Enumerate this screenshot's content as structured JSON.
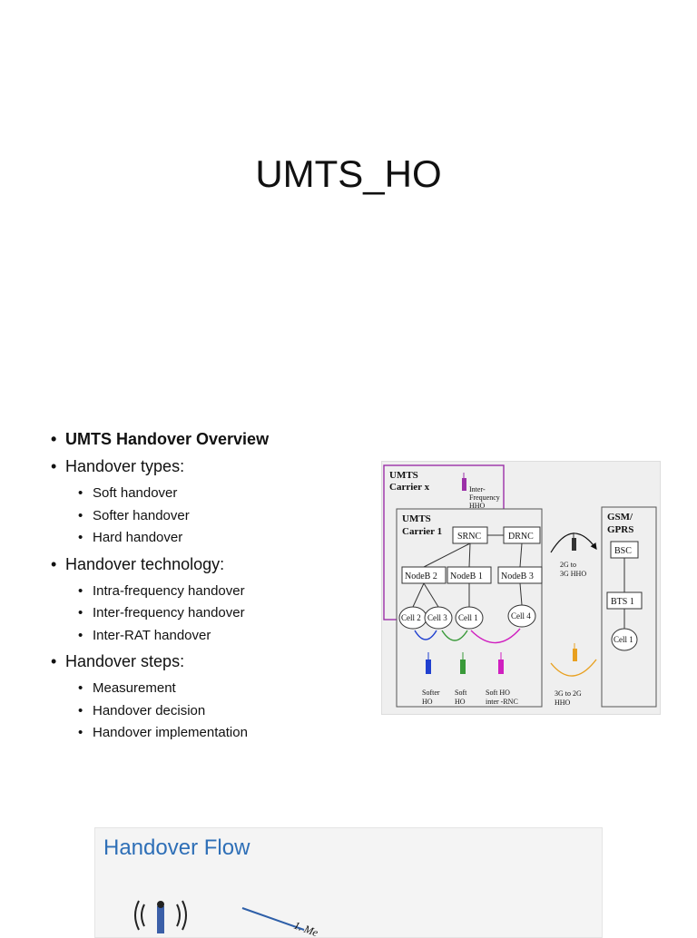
{
  "slide1": {
    "title": "UMTS_HO"
  },
  "slide2": {
    "overview": "UMTS Handover Overview",
    "groups": [
      {
        "label": "Handover types:",
        "items": [
          "Soft handover",
          "Softer handover",
          "Hard handover"
        ]
      },
      {
        "label": "Handover technology:",
        "items": [
          "Intra-frequency handover",
          "Inter-frequency handover",
          "Inter-RAT handover"
        ]
      },
      {
        "label": "Handover steps:",
        "items": [
          "Measurement",
          "Handover decision",
          "Handover implementation"
        ]
      }
    ],
    "diagram": {
      "umts_carrier_x": [
        "UMTS",
        "Carrier x"
      ],
      "inter_freq": [
        "Inter-",
        "Frequency",
        "HHO"
      ],
      "umts_carrier_1": [
        "UMTS",
        "Carrier 1"
      ],
      "srnc": "SRNC",
      "drnc": "DRNC",
      "nodeb2": "NodeB 2",
      "nodeb1": "NodeB 1",
      "nodeb3": "NodeB 3",
      "cell2": "Cell 2",
      "cell3": "Cell 3",
      "cell1": "Cell 1",
      "cell4": "Cell 4",
      "softer_ho": [
        "Softer",
        "HO"
      ],
      "soft_ho": [
        "Soft",
        "HO"
      ],
      "soft_ho_rnc": [
        "Soft HO",
        "inter -RNC"
      ],
      "g2_to_3g": [
        "2G to",
        "3G HHO"
      ],
      "g3_to_2g": [
        "3G to 2G",
        "HHO"
      ],
      "gsm": [
        "GSM/",
        "GPRS"
      ],
      "bsc": "BSC",
      "bts1": "BTS 1",
      "gsm_cell1": "Cell 1",
      "colors": {
        "purple": "#9b30a8",
        "blue": "#2040d0",
        "green": "#3a9a3a",
        "magenta": "#d020c0",
        "orange": "#e8a020"
      }
    }
  },
  "slide3": {
    "title": "Handover Flow",
    "step_label": "1. Me"
  }
}
